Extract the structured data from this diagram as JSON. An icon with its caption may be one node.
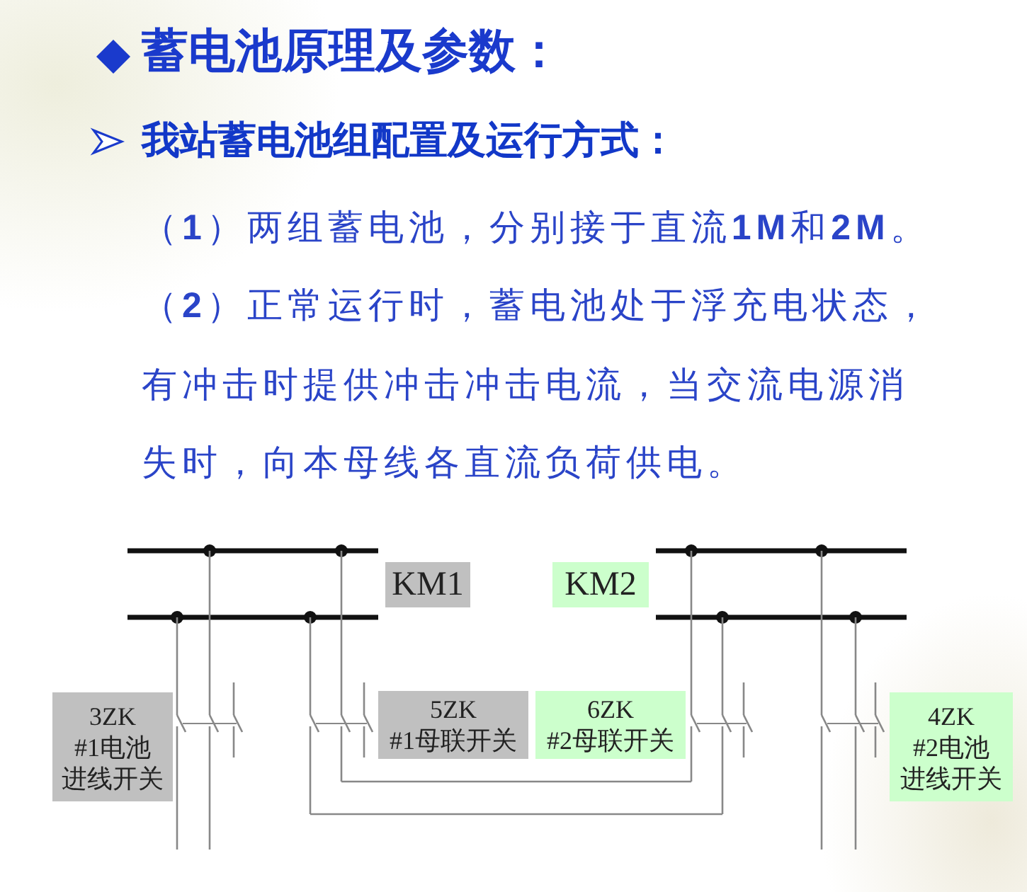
{
  "diagram": {
    "title": "蓄电池原理及参数：",
    "nodes": [
      {
        "text": [
          "KM1"
        ]
      },
      {
        "text": [
          "KM2"
        ]
      },
      {
        "text": [
          "3ZK",
          "#1电池",
          "进线开关"
        ]
      },
      {
        "text": [
          "5ZK",
          "#1母联开关"
        ]
      },
      {
        "text": [
          "6ZK",
          "#2母联开关"
        ]
      },
      {
        "text": [
          "4ZK",
          "#2电池",
          "进线开关"
        ]
      }
    ],
    "labels": [
      "我站蓄电池组配置及运行方式：",
      "（**1**）两组蓄电池，分别接于直流**1M**和**2M**。",
      "（**2**）正常运行时，蓄电池处于浮充电状态，有冲击时提供冲击冲击电流，当交流电源消失时，向本母线各直流负荷供电。"
    ]
  }
}
